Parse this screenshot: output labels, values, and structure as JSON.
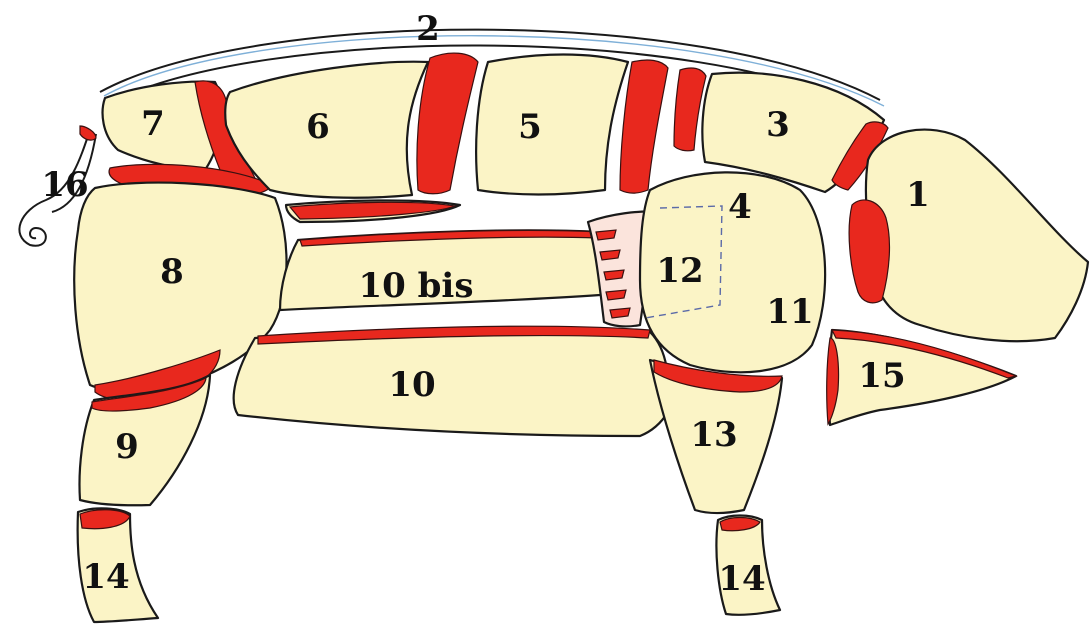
{
  "diagram": {
    "cuts": [
      {
        "id": "1",
        "label": "1"
      },
      {
        "id": "2",
        "label": "2"
      },
      {
        "id": "3",
        "label": "3"
      },
      {
        "id": "4",
        "label": "4"
      },
      {
        "id": "5",
        "label": "5"
      },
      {
        "id": "6",
        "label": "6"
      },
      {
        "id": "7",
        "label": "7"
      },
      {
        "id": "8",
        "label": "8"
      },
      {
        "id": "9",
        "label": "9"
      },
      {
        "id": "10",
        "label": "10"
      },
      {
        "id": "10bis",
        "label": "10 bis"
      },
      {
        "id": "11",
        "label": "11"
      },
      {
        "id": "12",
        "label": "12"
      },
      {
        "id": "13",
        "label": "13"
      },
      {
        "id": "14a",
        "label": "14"
      },
      {
        "id": "14b",
        "label": "14"
      },
      {
        "id": "15",
        "label": "15"
      },
      {
        "id": "16",
        "label": "16"
      }
    ],
    "colors": {
      "cut_fill": "#fbf4c6",
      "meat_red": "#e8281e",
      "outline": "#1a1a1a"
    }
  }
}
